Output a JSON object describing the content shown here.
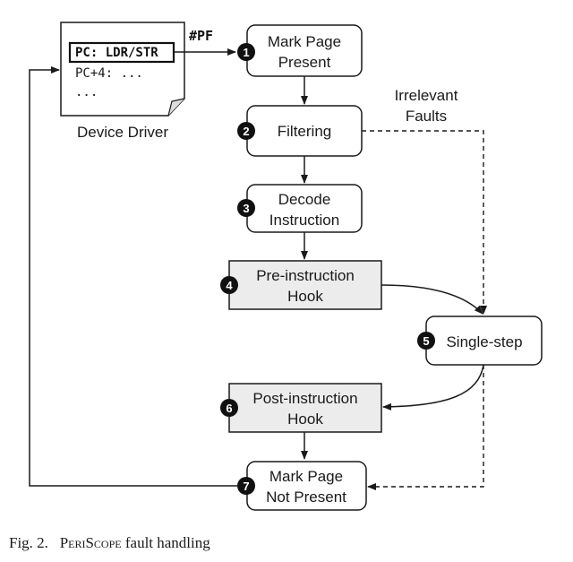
{
  "device_driver": {
    "line1": "PC: LDR/STR",
    "line2": "PC+4: ...",
    "line3": "...",
    "label": "Device Driver"
  },
  "pf_label": "#PF",
  "irrelevant_label_1": "Irrelevant",
  "irrelevant_label_2": "Faults",
  "steps": [
    {
      "num": "1",
      "line1": "Mark Page",
      "line2": "Present"
    },
    {
      "num": "2",
      "line1": "Filtering",
      "line2": ""
    },
    {
      "num": "3",
      "line1": "Decode",
      "line2": "Instruction"
    },
    {
      "num": "4",
      "line1": "Pre-instruction",
      "line2": "Hook"
    },
    {
      "num": "5",
      "line1": "Single-step",
      "line2": ""
    },
    {
      "num": "6",
      "line1": "Post-instruction",
      "line2": "Hook"
    },
    {
      "num": "7",
      "line1": "Mark Page",
      "line2": "Not Present"
    }
  ],
  "colors": {
    "hook_fill": "#ececec",
    "line": "#1a1a1a",
    "badge": "#111111"
  },
  "caption": {
    "prefix": "Fig. 2.",
    "name": "PeriScope",
    "suffix": "fault handling"
  }
}
